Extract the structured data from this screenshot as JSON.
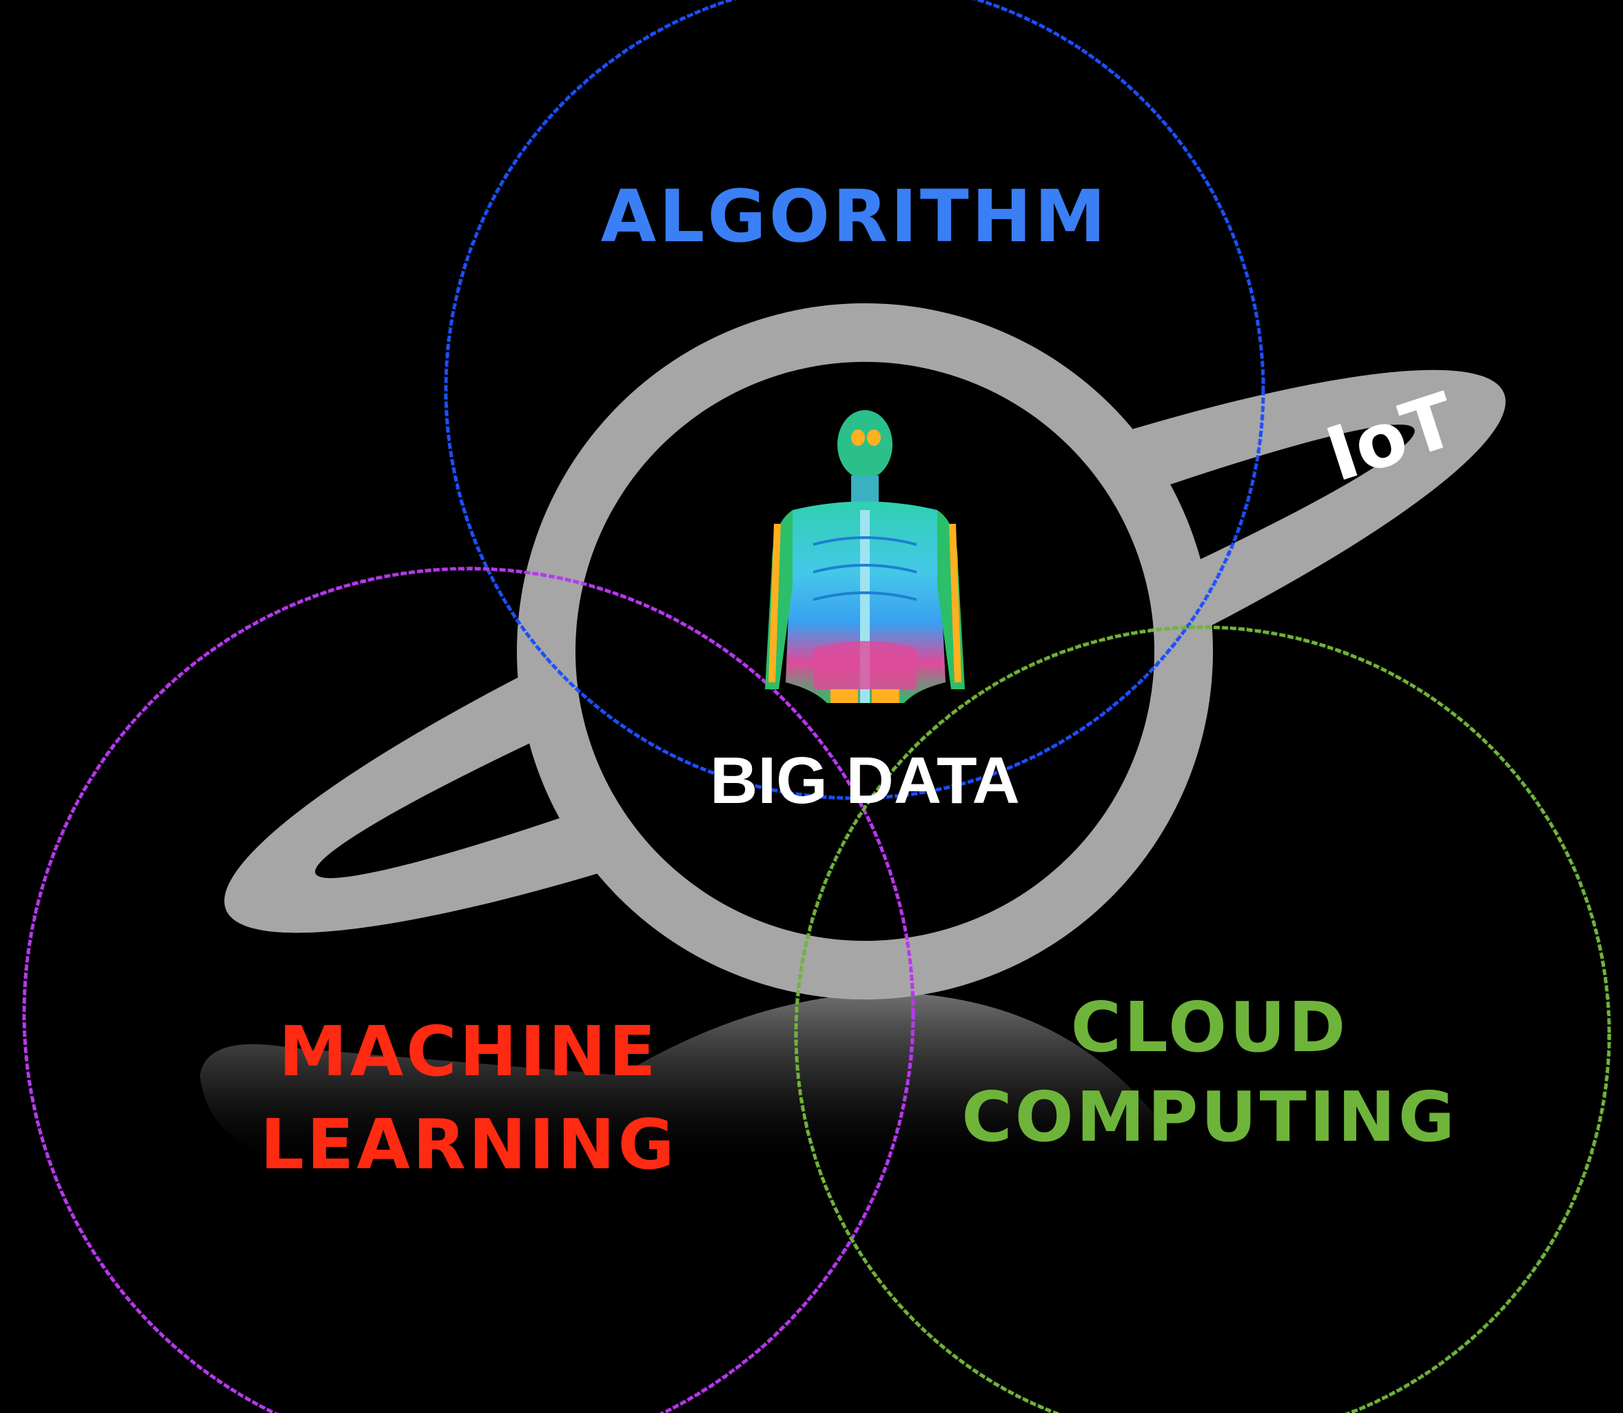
{
  "labels": {
    "algorithm": "ALGORITHM",
    "iot": "IoT",
    "big_data": "BIG DATA",
    "machine_learning_line1": "MACHINE",
    "machine_learning_line2": "LEARNING",
    "cloud_computing_line1": "CLOUD",
    "cloud_computing_line2": "COMPUTING"
  },
  "colors": {
    "background": "#000000",
    "planet_ring": "#a6a6a6",
    "algorithm": "#3a7ff5",
    "algorithm_circle": "#1f4fff",
    "machine_learning": "#ff2a12",
    "machine_learning_circle": "#b838f0",
    "cloud_computing": "#6fb43a",
    "cloud_computing_circle": "#6fb43a",
    "big_data": "#ffffff",
    "iot": "#ffffff"
  },
  "icons": {
    "planet": "planet-icon",
    "body_scan": "human-body-scan-icon"
  }
}
